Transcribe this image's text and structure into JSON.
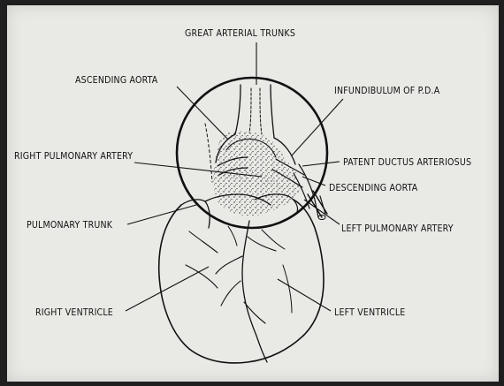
{
  "diagram": {
    "labels": {
      "great_arterial_trunks": "GREAT ARTERIAL TRUNKS",
      "ascending_aorta": "ASCENDING AORTA",
      "infundibulum": "INFUNDIBULUM OF P.D.A",
      "right_pulmonary_artery": "RIGHT PULMONARY ARTERY",
      "patent_ductus": "PATENT DUCTUS ARTERIOSUS",
      "descending_aorta": "DESCENDING AORTA",
      "pulmonary_trunk": "PULMONARY TRUNK",
      "left_pulmonary_artery": "LEFT PULMONARY ARTERY",
      "right_ventricle": "RIGHT VENTRICLE",
      "left_ventricle": "LEFT VENTRICLE"
    }
  }
}
